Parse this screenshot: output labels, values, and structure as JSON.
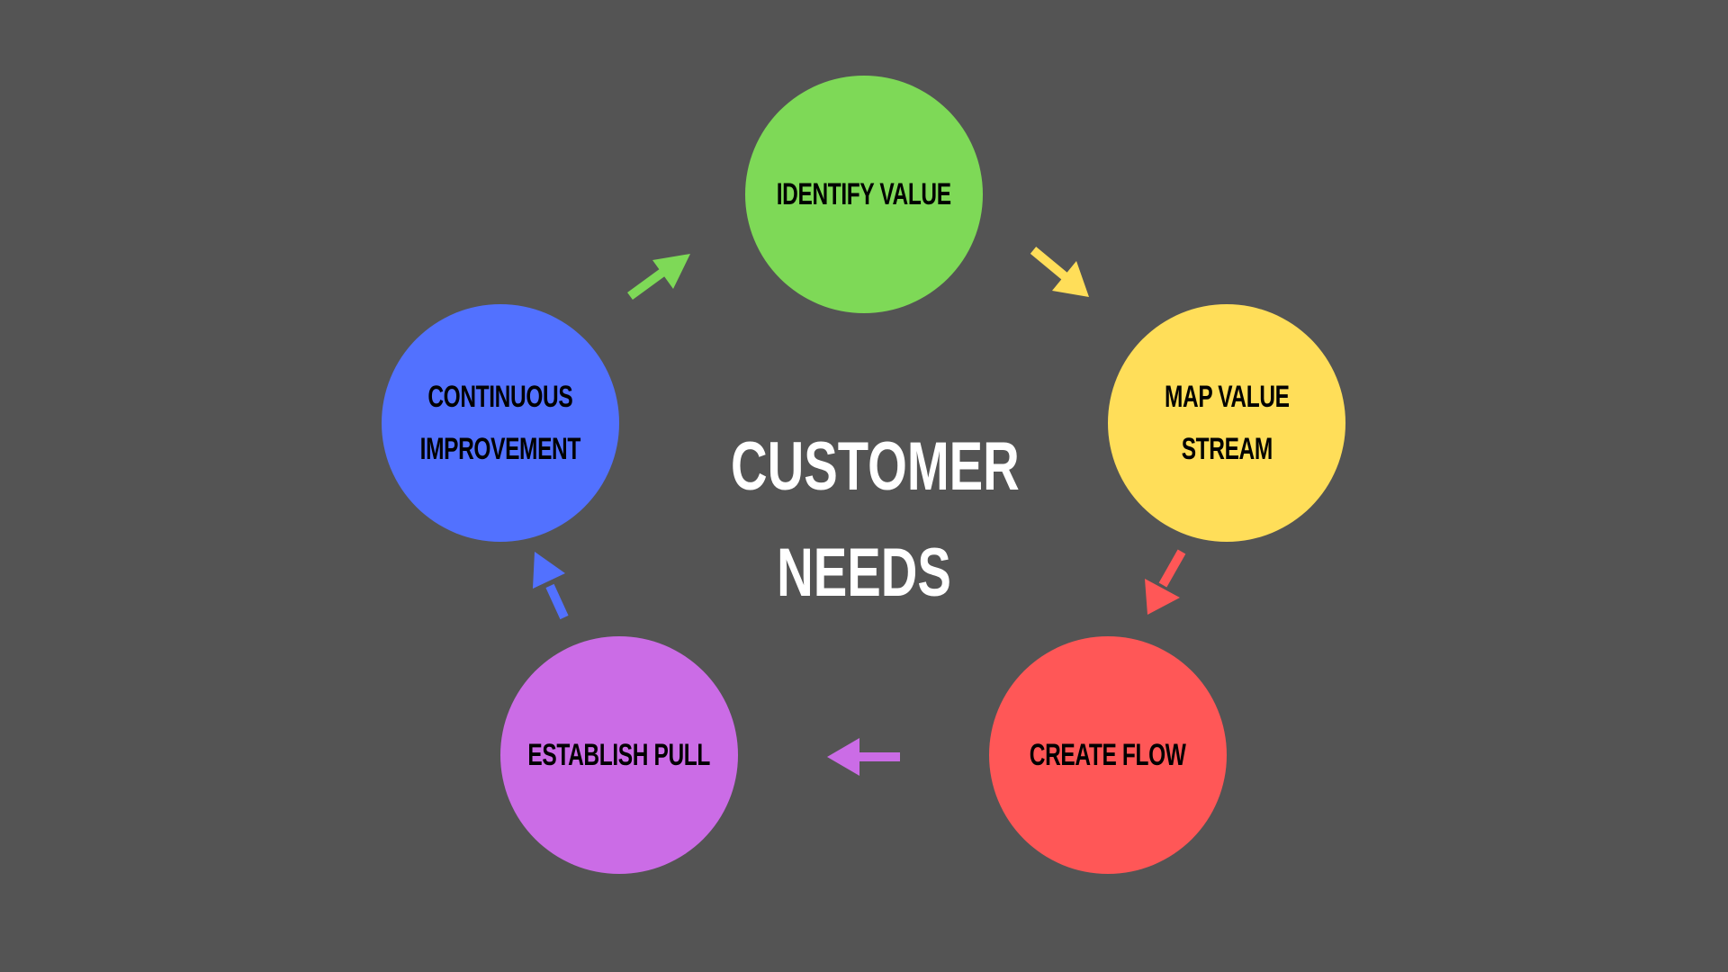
{
  "diagram": {
    "center": {
      "line1": "CUSTOMER",
      "line2": "NEEDS"
    },
    "nodes": [
      {
        "id": "identify",
        "lines": [
          "IDENTIFY VALUE"
        ],
        "color": "#7ED957"
      },
      {
        "id": "map",
        "lines": [
          "MAP VALUE",
          "STREAM"
        ],
        "color": "#FFDE59"
      },
      {
        "id": "flow",
        "lines": [
          "CREATE FLOW"
        ],
        "color": "#FF5757"
      },
      {
        "id": "pull",
        "lines": [
          "ESTABLISH PULL"
        ],
        "color": "#CB6CE6"
      },
      {
        "id": "improve",
        "lines": [
          "CONTINUOUS",
          "IMPROVEMENT"
        ],
        "color": "#5271FF"
      }
    ],
    "arrows": [
      {
        "from": "identify",
        "to": "map",
        "color": "#FFDE59"
      },
      {
        "from": "map",
        "to": "flow",
        "color": "#FF5757"
      },
      {
        "from": "flow",
        "to": "pull",
        "color": "#CB6CE6"
      },
      {
        "from": "pull",
        "to": "improve",
        "color": "#5271FF"
      },
      {
        "from": "improve",
        "to": "identify",
        "color": "#7ED957"
      }
    ],
    "background": "#545454"
  }
}
